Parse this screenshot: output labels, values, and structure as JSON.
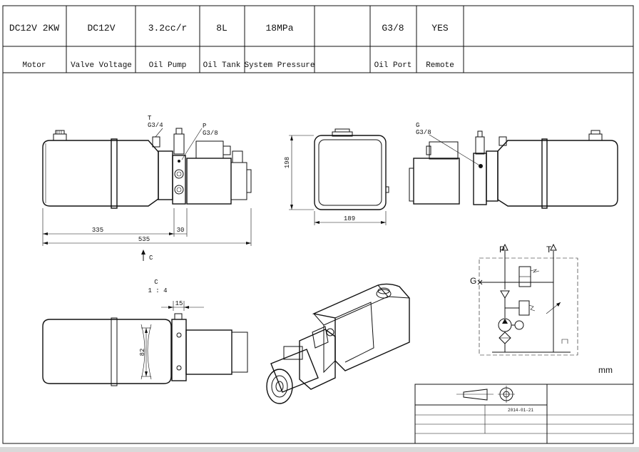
{
  "spec_table": {
    "columns": [
      {
        "value": "DC12V 2KW",
        "label": "Motor"
      },
      {
        "value": "DC12V",
        "label": "Valve Voltage"
      },
      {
        "value": "3.2cc/r",
        "label": "Oil Pump"
      },
      {
        "value": "8L",
        "label": "Oil Tank"
      },
      {
        "value": "18MPa",
        "label": "System Pressure"
      },
      {
        "value": "",
        "label": ""
      },
      {
        "value": "G3/8",
        "label": "Oil Port"
      },
      {
        "value": "YES",
        "label": "Remote"
      },
      {
        "value": "",
        "label": ""
      }
    ]
  },
  "side_view": {
    "port_t_letter": "T",
    "port_t_size": "G3/4",
    "port_p_letter": "P",
    "port_p_size": "G3/8",
    "dim_tank": "335",
    "dim_gap": "30",
    "dim_total": "535",
    "view_marker": "C"
  },
  "front_view": {
    "dim_height": "198",
    "dim_width": "189"
  },
  "rear_view": {
    "port_g_letter": "G",
    "port_g_size": "G3/8"
  },
  "detail_view": {
    "title": "C",
    "scale": "1 : 4",
    "dim_top": "15",
    "dim_side": "82"
  },
  "schematic": {
    "label_p": "P",
    "label_t": "T",
    "label_g": "G"
  },
  "units": "mm",
  "title_block": {
    "date": "2014-01-21"
  }
}
